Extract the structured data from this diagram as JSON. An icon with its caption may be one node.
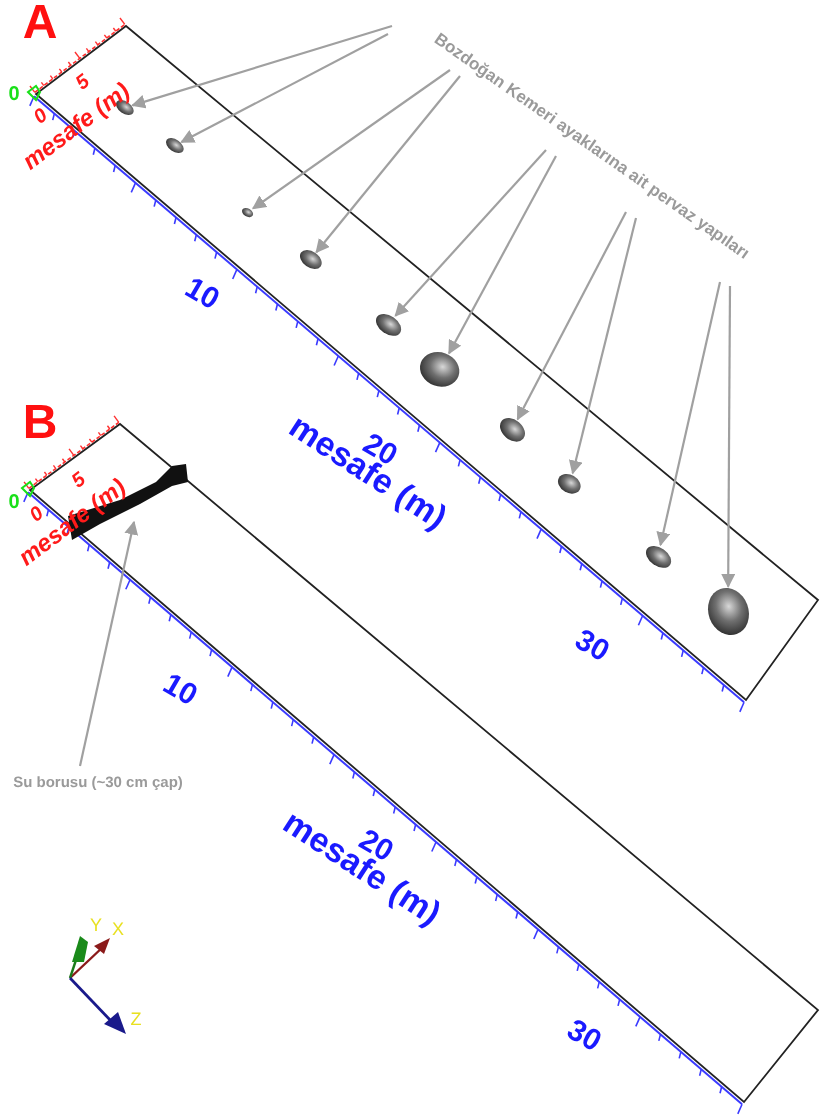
{
  "diagram": {
    "nodes": [
      {
        "text": [
          "Bozdoğan Kemeri ayaklarına ait pervaz yapıları"
        ]
      },
      {
        "text": [],
        "shape": "blob"
      },
      {
        "text": [],
        "shape": "blob"
      },
      {
        "text": [],
        "shape": "blob"
      },
      {
        "text": [],
        "shape": "blob"
      },
      {
        "text": [],
        "shape": "blob"
      },
      {
        "text": [],
        "shape": "blob"
      },
      {
        "text": [],
        "shape": "blob"
      },
      {
        "text": [],
        "shape": "blob"
      },
      {
        "text": [],
        "shape": "blob"
      },
      {
        "text": [],
        "shape": "blob"
      },
      {
        "text": [],
        "shape": "bar"
      },
      {
        "text": [
          "Su borusu (~30 cm çap)"
        ]
      }
    ],
    "edges": [
      {
        "from": 0,
        "to": 1,
        "arrow": "to"
      },
      {
        "from": 0,
        "to": 2,
        "arrow": "to"
      },
      {
        "from": 0,
        "to": 3,
        "arrow": "to"
      },
      {
        "from": 0,
        "to": 4,
        "arrow": "to"
      },
      {
        "from": 0,
        "to": 5,
        "arrow": "to"
      },
      {
        "from": 0,
        "to": 6,
        "arrow": "to"
      },
      {
        "from": 0,
        "to": 7,
        "arrow": "to"
      },
      {
        "from": 0,
        "to": 8,
        "arrow": "to"
      },
      {
        "from": 0,
        "to": 9,
        "arrow": "to"
      },
      {
        "from": 0,
        "to": 10,
        "arrow": "to"
      },
      {
        "from": 12,
        "to": 11,
        "arrow": "to"
      }
    ],
    "labels": [
      "A",
      "0",
      "0",
      "5",
      "mesafe (m)",
      "10",
      "20",
      "mesafe (m)",
      "30",
      "B",
      "0",
      "0",
      "5",
      "mesafe (m)",
      "10",
      "20",
      "mesafe (m)",
      "30",
      "Y",
      "X",
      "Z"
    ]
  }
}
